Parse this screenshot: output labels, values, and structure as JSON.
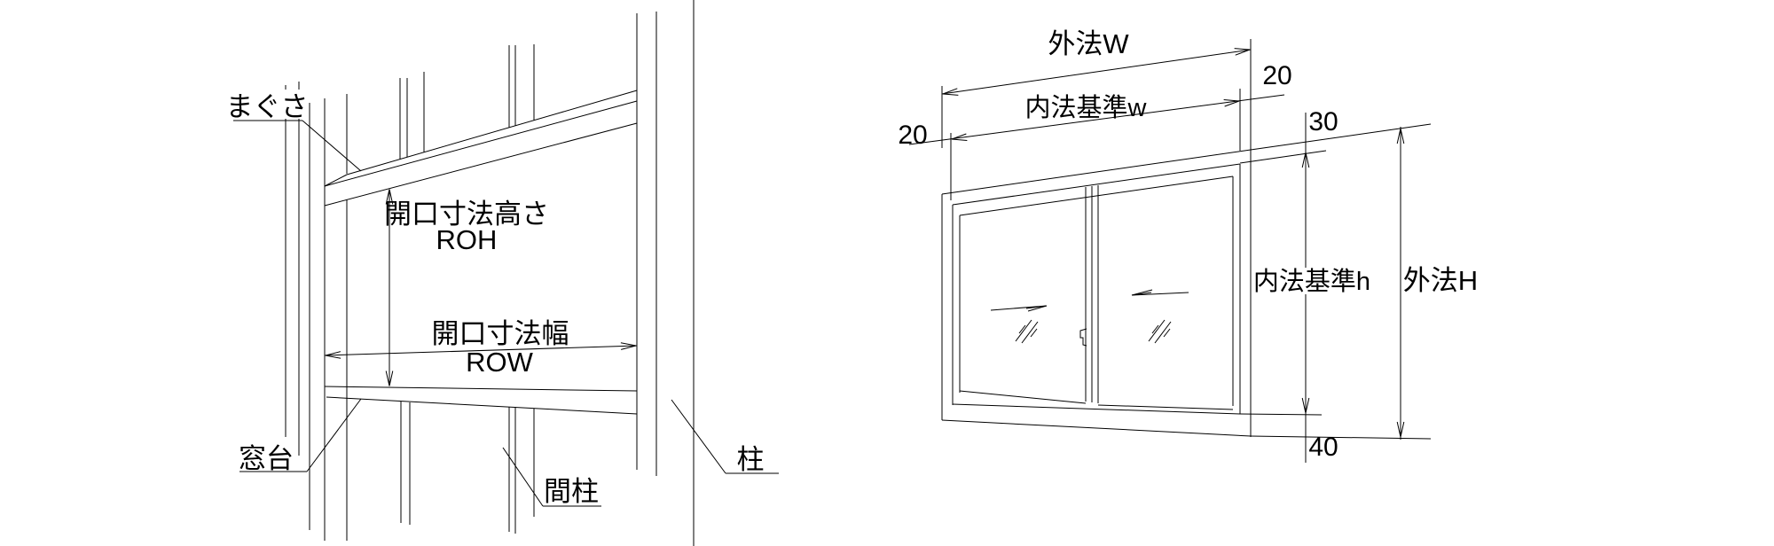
{
  "page": {
    "background_color": "#ffffff",
    "line_color": "#000000"
  },
  "left_diagram": {
    "labels": {
      "lintel": "まぐさ",
      "opening_height": "開口寸法高さ",
      "opening_height_code": "ROH",
      "opening_width": "開口寸法幅",
      "opening_width_code": "ROW",
      "sill": "窓台",
      "stud": "間柱",
      "post": "柱"
    }
  },
  "right_diagram": {
    "labels": {
      "outer_width": "外法W",
      "inner_width": "内法基準w",
      "offset_left": "20",
      "offset_right": "20",
      "offset_top": "30",
      "offset_bottom": "40",
      "inner_height": "内法基準h",
      "outer_height": "外法H"
    }
  }
}
